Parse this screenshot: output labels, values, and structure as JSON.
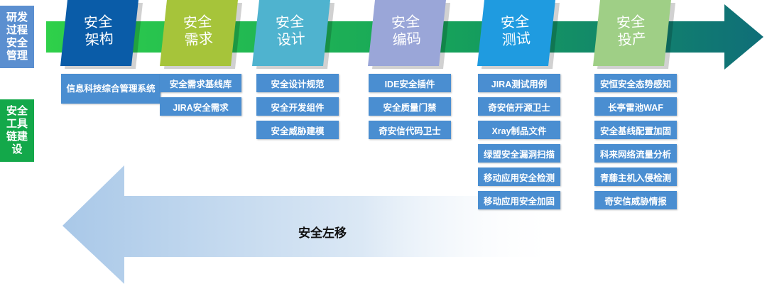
{
  "side_labels": {
    "process": "研发\n过程\n安全\n管理",
    "tools": "安全\n工具\n链建\n设"
  },
  "stages": [
    {
      "label": "安全\n架构",
      "color": "#0a5ca8",
      "tools": [
        "信息科技综合管理系统"
      ]
    },
    {
      "label": "安全\n需求",
      "color": "#a6c43a",
      "tools": [
        "安全需求基线库",
        "JIRA安全需求"
      ]
    },
    {
      "label": "安全\n设计",
      "color": "#4fb3cf",
      "tools": [
        "安全设计规范",
        "安全开发组件",
        "安全威胁建模"
      ]
    },
    {
      "label": "安全\n编码",
      "color": "#9aa6d8",
      "tools": [
        "IDE安全插件",
        "安全质量门禁",
        "奇安信代码卫士"
      ]
    },
    {
      "label": "安全\n测试",
      "color": "#1f9be0",
      "tools": [
        "JIRA测试用例",
        "奇安信开源卫士",
        "Xray制品文件",
        "绿盟安全漏洞扫描",
        "移动应用安全检测",
        "移动应用安全加固"
      ]
    },
    {
      "label": "安全\n投产",
      "color": "#9fcf86",
      "tools": [
        "安恒安全态势感知",
        "长亭雷池WAF",
        "安全基线配置加固",
        "科来网络流量分析",
        "青藤主机入侵检测",
        "奇安信威胁情报"
      ]
    }
  ],
  "shift_left_label": "安全左移",
  "colors": {
    "tool_box": "#4a8ed1",
    "arrow_start": "#2fd04a",
    "arrow_end": "#0f6e78",
    "left_arrow": "#a9c8e8"
  }
}
